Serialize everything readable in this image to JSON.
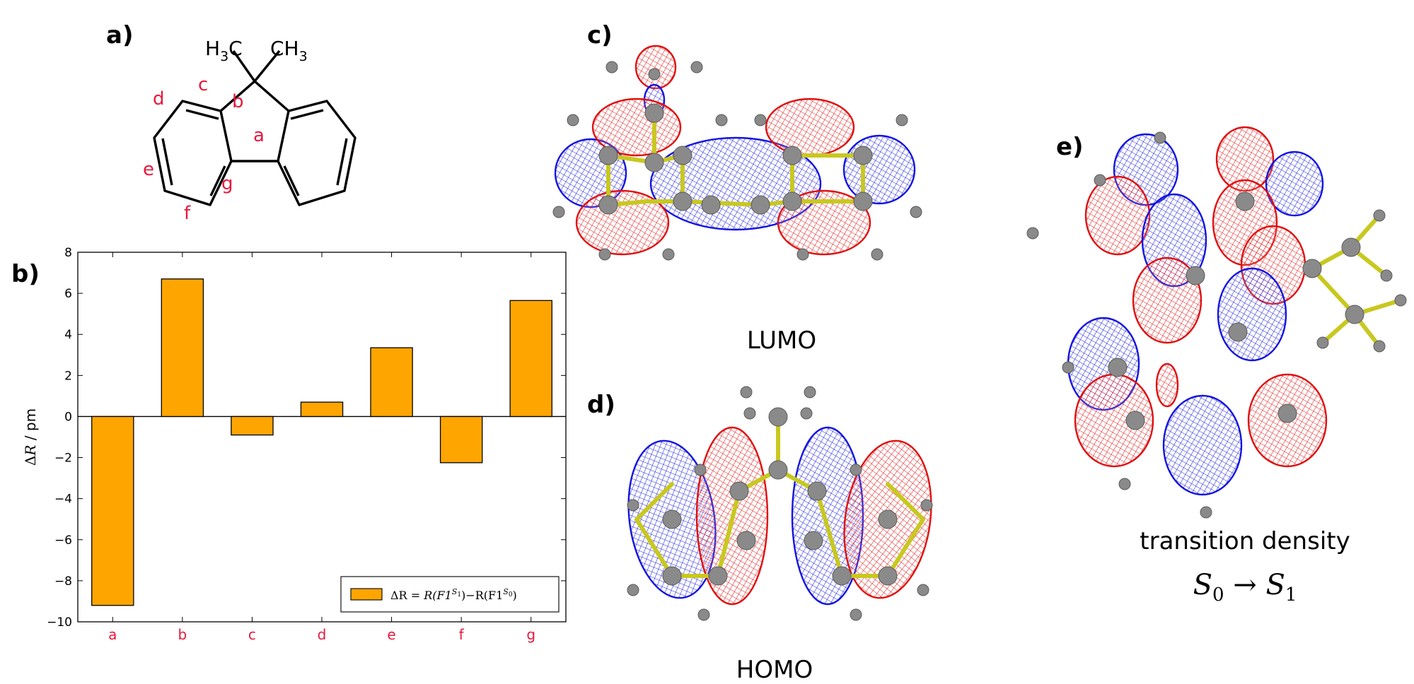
{
  "panels": {
    "a": "a)",
    "b": "b)",
    "c": "c)",
    "d": "d)",
    "e": "e)"
  },
  "structure": {
    "methyl_left_main": "H",
    "methyl_left_sub": "3",
    "methyl_left_c": "C",
    "methyl_right_main": "CH",
    "methyl_right_sub": "3",
    "bond_labels": [
      "a",
      "b",
      "c",
      "d",
      "e",
      "f",
      "g"
    ],
    "label_color": "#e8193c"
  },
  "orbitals": {
    "lumo_caption": "LUMO",
    "homo_caption": "HOMO",
    "transition_caption": "transition density",
    "transition_math_from": "S",
    "transition_math_from_sub": "0",
    "transition_math_arrow": "→",
    "transition_math_to": "S",
    "transition_math_to_sub": "1",
    "positive_color": "#e01010",
    "negative_color": "#1414e0",
    "bond_color": "#c8c820",
    "atom_color": "#8a8a8a"
  },
  "chart_data": {
    "type": "bar",
    "categories": [
      "a",
      "b",
      "c",
      "d",
      "e",
      "f",
      "g"
    ],
    "values": [
      -9.2,
      6.7,
      -0.9,
      0.7,
      3.35,
      -2.25,
      5.65
    ],
    "ylim": [
      -10,
      8
    ],
    "yticks": [
      8,
      6,
      4,
      2,
      0,
      -2,
      -4,
      -6,
      -8,
      -10
    ],
    "ytick_labels": [
      "8",
      "6",
      "4",
      "2",
      "0",
      "−2",
      "−4",
      "−6",
      "−8",
      "−10"
    ],
    "ylabel_delta": "Δ",
    "ylabel_R": "R",
    "ylabel_unit": " / pm",
    "bar_color": "#ffa500",
    "tick_label_color": "#e8193c",
    "legend_placement": "lower-right",
    "legend": {
      "lhs": "ΔR",
      "eq": " = ",
      "r1": "R(F1",
      "s1": "S",
      "s1sub": "1",
      "mid": ")−R(F1",
      "s0": "S",
      "s0sub": "0",
      "end": ")"
    }
  }
}
